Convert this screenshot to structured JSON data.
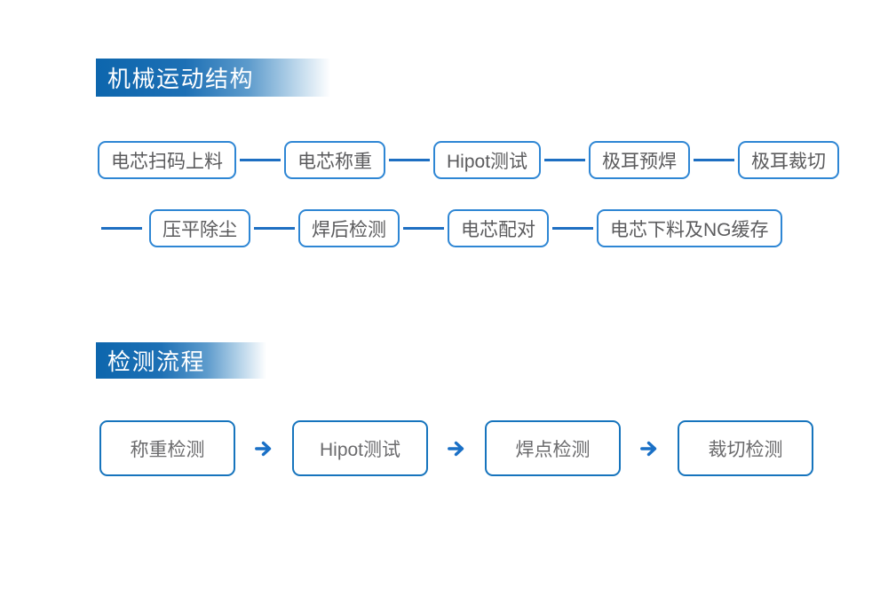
{
  "colors": {
    "header_gradient_start": "#0d66ad",
    "top_box_border": "#2e86d4",
    "connector_line": "#1e6fc2",
    "bottom_box_border": "#1674bd",
    "arrow": "#1a70c6",
    "box_text": "#5b5b5d",
    "header_text": "#ffffff",
    "background": "#ffffff"
  },
  "mechanical_flow": {
    "title": "机械运动结构",
    "row1": [
      "电芯扫码上料",
      "电芯称重",
      "Hipot测试",
      "极耳预焊",
      "极耳裁切"
    ],
    "row2": [
      "压平除尘",
      "焊后检测",
      "电芯配对",
      "电芯下料及NG缓存"
    ],
    "row2_has_leading_connector": true
  },
  "inspection_flow": {
    "title": "检测流程",
    "steps": [
      "称重检测",
      "Hipot测试",
      "焊点检测",
      "裁切检测"
    ]
  }
}
